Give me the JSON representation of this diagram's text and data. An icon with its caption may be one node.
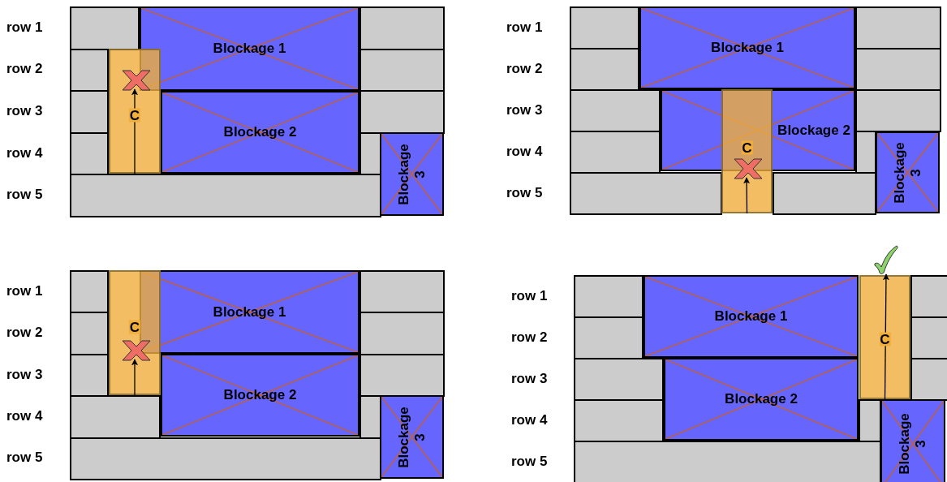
{
  "diagram": {
    "nodes": [
      {
        "text": [
          "Blockage 1"
        ]
      },
      {
        "text": [
          "Blockage 2"
        ]
      },
      {
        "text": [
          "Blockage 3"
        ]
      },
      {
        "text": [
          "C"
        ]
      },
      {
        "text": [
          "Blockage 1"
        ]
      },
      {
        "text": [
          "Blockage 2"
        ]
      },
      {
        "text": [
          "Blockage 3"
        ]
      },
      {
        "text": [
          "C"
        ]
      },
      {
        "text": [
          "Blockage 1"
        ]
      },
      {
        "text": [
          "Blockage 2"
        ]
      },
      {
        "text": [
          "Blockage 3"
        ]
      },
      {
        "text": [
          "C"
        ]
      },
      {
        "text": [
          "Blockage 1"
        ]
      },
      {
        "text": [
          "Blockage 2"
        ]
      },
      {
        "text": [
          "Blockage 3"
        ]
      },
      {
        "text": [
          "C"
        ]
      },
      {
        "text": [],
        "shape": "cross",
        "in": 3
      },
      {
        "text": [],
        "shape": "cross",
        "in": 7
      },
      {
        "text": [],
        "shape": "cross",
        "in": 11
      },
      {
        "text": [],
        "shape": "checkmark"
      }
    ],
    "edges": [
      {
        "from": 3,
        "to": 16,
        "arrow": "to"
      },
      {
        "from": 7,
        "to": 17,
        "arrow": "to"
      },
      {
        "from": 11,
        "to": 18,
        "arrow": "to"
      },
      {
        "from": 15,
        "to": 19,
        "arrow": "to"
      }
    ],
    "labels": [
      "row 1",
      "row 2",
      "row 3",
      "row 4",
      "row 5",
      "row 1",
      "row 2",
      "row 3",
      "row 4",
      "row 5",
      "row 1",
      "row 2",
      "row 3",
      "row 4",
      "row 5",
      "row 1",
      "row 2",
      "row 3",
      "row 4",
      "row 5"
    ]
  }
}
